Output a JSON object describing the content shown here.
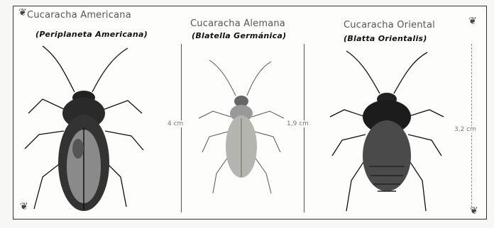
{
  "species": [
    {
      "common_name": "Cucaracha Americana",
      "scientific_name": "(Periplaneta Americana)"
    },
    {
      "common_name": "Cucaracha Alemana",
      "scientific_name": "(Blatella Germánica)",
      "size_label": "4 cm",
      "size_label_right": "1,9 cm"
    },
    {
      "common_name": "Cucaracha Oriental",
      "scientific_name": "(Blatta Orientalis)",
      "size_label": "3,2 cm"
    }
  ]
}
